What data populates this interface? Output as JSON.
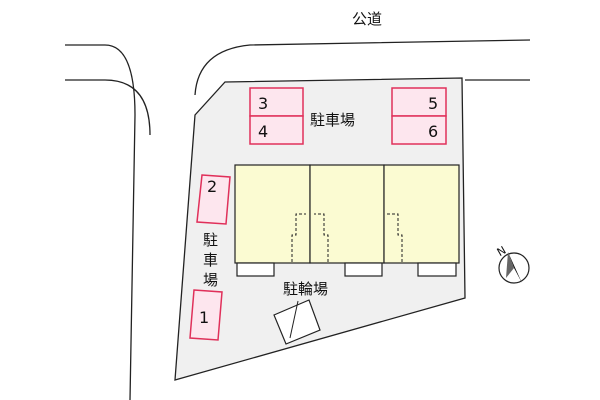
{
  "road_label": "公道",
  "parking_top_label": "駐車場",
  "parking_left_label": [
    "駐",
    "車",
    "場"
  ],
  "bicycle_label": "駐輪場",
  "parking_spaces": [
    "1",
    "2",
    "3",
    "4",
    "5",
    "6"
  ],
  "compass_letter": "N",
  "colors": {
    "lot": "#f0f0f0",
    "parking_fill": "#fde6ee",
    "parking_stroke": "#e0305a",
    "building": "#fbfbd2",
    "outline": "#222222"
  }
}
